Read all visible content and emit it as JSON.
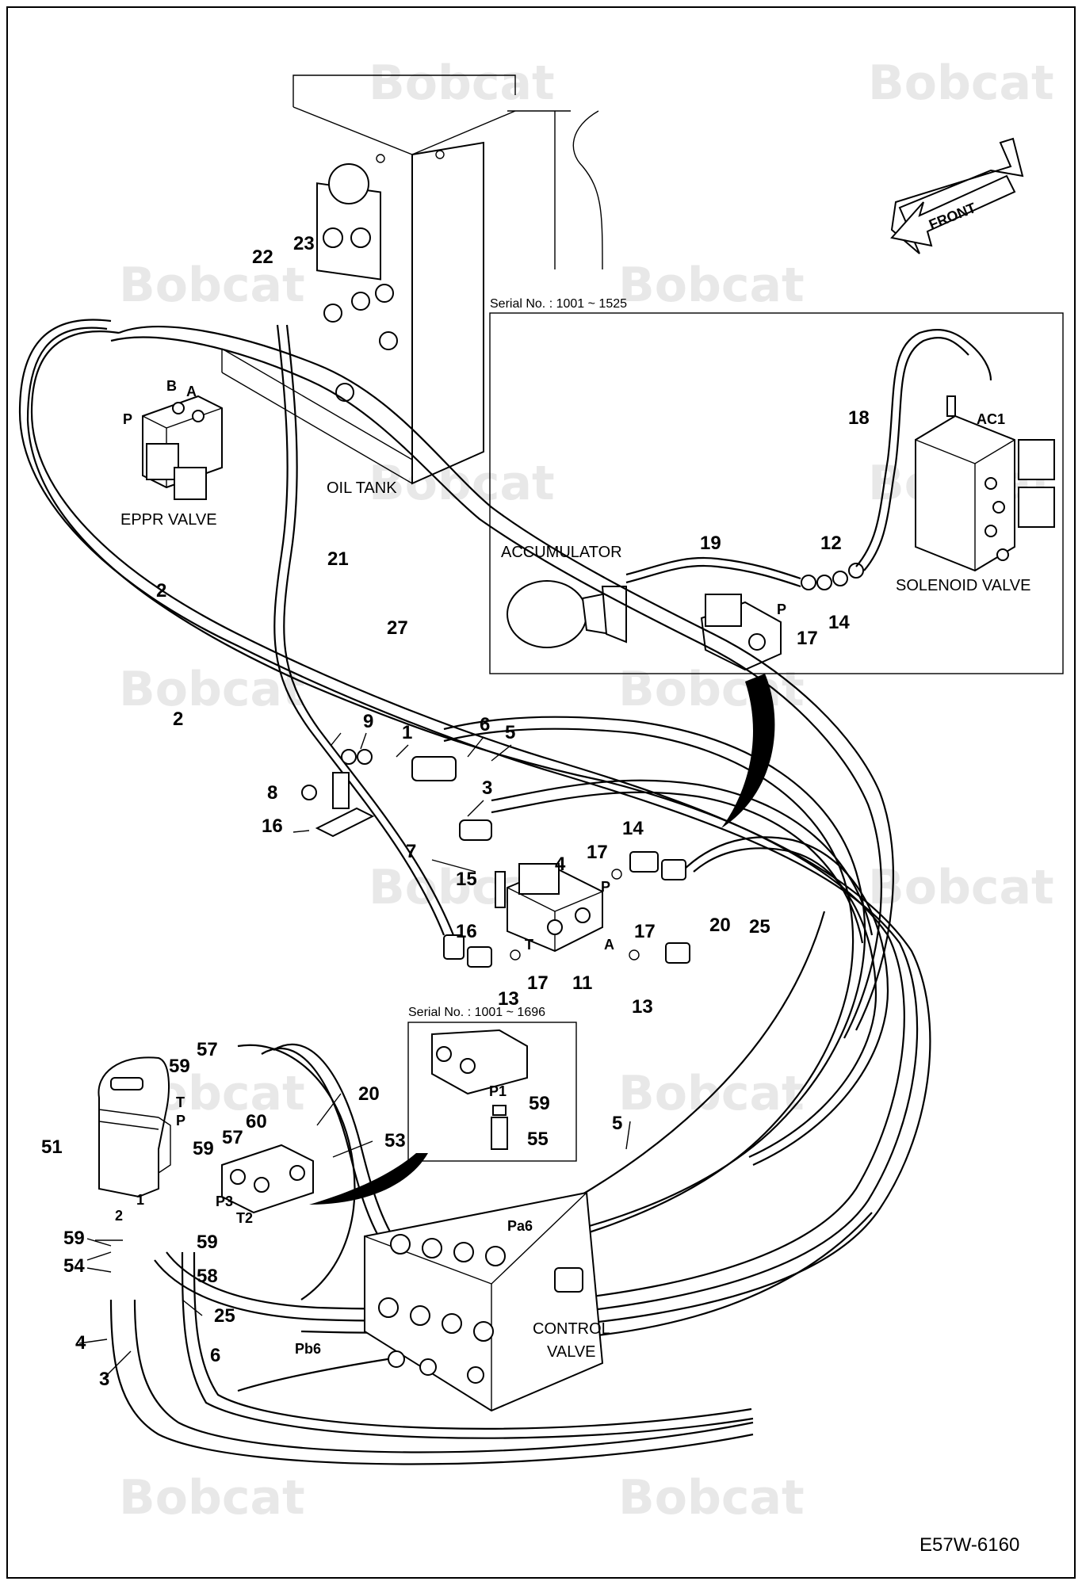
{
  "drawing_code": "E57W-6160",
  "watermark": "Bobcat",
  "front_label": "FRONT",
  "serial_notes": {
    "upper": "Serial No. : 1001 ~ 1525",
    "lower": "Serial No. : 1001 ~ 1696"
  },
  "components": {
    "eppr_valve": "EPPR VALVE",
    "oil_tank": "OIL TANK",
    "accumulator": "ACCUMULATOR",
    "solenoid_valve": "SOLENOID VALVE",
    "control_valve_line1": "CONTROL",
    "control_valve_line2": "VALVE"
  },
  "callouts": [
    {
      "id": "c22",
      "text": "22"
    },
    {
      "id": "c23",
      "text": "23"
    },
    {
      "id": "c21",
      "text": "21"
    },
    {
      "id": "c2a",
      "text": "2"
    },
    {
      "id": "c2b",
      "text": "2"
    },
    {
      "id": "c27",
      "text": "27"
    },
    {
      "id": "c9",
      "text": "9"
    },
    {
      "id": "c1",
      "text": "1"
    },
    {
      "id": "c6a",
      "text": "6"
    },
    {
      "id": "c5a",
      "text": "5"
    },
    {
      "id": "c3a",
      "text": "3"
    },
    {
      "id": "c8",
      "text": "8"
    },
    {
      "id": "c16a",
      "text": "16"
    },
    {
      "id": "c7",
      "text": "7"
    },
    {
      "id": "c4a",
      "text": "4"
    },
    {
      "id": "c17a",
      "text": "17"
    },
    {
      "id": "c14a",
      "text": "14"
    },
    {
      "id": "c15",
      "text": "15"
    },
    {
      "id": "c16b",
      "text": "16"
    },
    {
      "id": "c17b",
      "text": "17"
    },
    {
      "id": "c20a",
      "text": "20"
    },
    {
      "id": "c25a",
      "text": "25"
    },
    {
      "id": "c13a",
      "text": "13"
    },
    {
      "id": "c17c",
      "text": "17"
    },
    {
      "id": "c11",
      "text": "11"
    },
    {
      "id": "c13b",
      "text": "13"
    },
    {
      "id": "c18",
      "text": "18"
    },
    {
      "id": "c19",
      "text": "19"
    },
    {
      "id": "c12",
      "text": "12"
    },
    {
      "id": "c14b",
      "text": "14"
    },
    {
      "id": "c17d",
      "text": "17"
    },
    {
      "id": "c57a",
      "text": "57"
    },
    {
      "id": "c59a",
      "text": "59"
    },
    {
      "id": "c57b",
      "text": "57"
    },
    {
      "id": "c60",
      "text": "60"
    },
    {
      "id": "c59b",
      "text": "59"
    },
    {
      "id": "c51",
      "text": "51"
    },
    {
      "id": "c20b",
      "text": "20"
    },
    {
      "id": "c53",
      "text": "53"
    },
    {
      "id": "c59c",
      "text": "59"
    },
    {
      "id": "c55",
      "text": "55"
    },
    {
      "id": "c5b",
      "text": "5"
    },
    {
      "id": "c59d",
      "text": "59"
    },
    {
      "id": "c54",
      "text": "54"
    },
    {
      "id": "c59e",
      "text": "59"
    },
    {
      "id": "c58",
      "text": "58"
    },
    {
      "id": "c25b",
      "text": "25"
    },
    {
      "id": "c4b",
      "text": "4"
    },
    {
      "id": "c3b",
      "text": "3"
    },
    {
      "id": "c6b",
      "text": "6"
    }
  ],
  "port_labels": {
    "B": "B",
    "A_eppr": "A",
    "P_eppr": "P",
    "AC1": "AC1",
    "P_inset": "P",
    "P_block": "P",
    "T_block": "T",
    "A_block": "A",
    "P1": "P1",
    "T_handle": "T",
    "P_handle": "P",
    "P3": "P3",
    "T2": "T2",
    "Pa6": "Pa6",
    "Pb6": "Pb6",
    "port2": "2",
    "port1": "1"
  },
  "colors": {
    "line": "#000000",
    "watermark": "#e8e8e8",
    "background": "#ffffff"
  }
}
